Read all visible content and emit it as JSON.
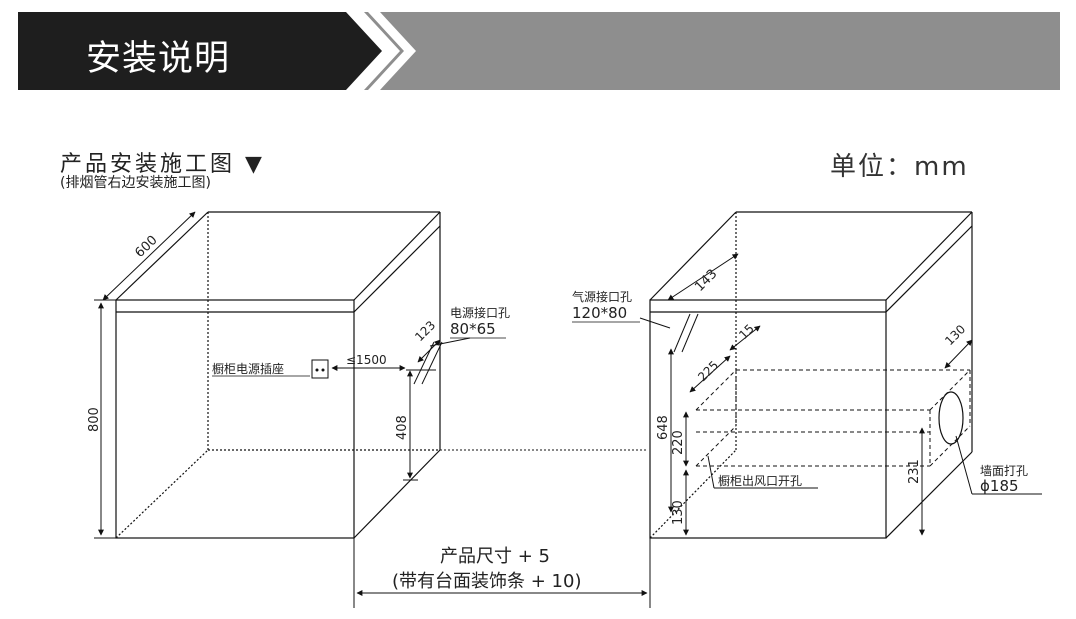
{
  "header": {
    "title": "安装说明",
    "colors": {
      "dark": "#1e1e1e",
      "gray": "#8e8e8e",
      "accent": "#ffffff"
    }
  },
  "diagram": {
    "title": "产品安装施工图 ▼",
    "subtitle": "(排烟管右边安装施工图)",
    "unit_label": "单位：mm",
    "left_cabinet": {
      "depth": "600",
      "height": "800",
      "socket_label": "橱柜电源插座",
      "socket_distance": "≤1500",
      "hole_label": "电源接口孔",
      "hole_size": "80*65",
      "hole_offset": "123",
      "hole_height": "408"
    },
    "right_cabinet": {
      "gas_label": "气源接口孔",
      "gas_size": "120*80",
      "gas_offset": "143",
      "dim_15": "15",
      "dim_225": "225",
      "dim_648": "648",
      "dim_220": "220",
      "dim_130_bottom": "130",
      "vent_label": "橱柜出风口开孔",
      "dim_130_top": "130",
      "dim_231": "231",
      "wall_label": "墙面打孔",
      "wall_size": "ϕ185"
    },
    "gap": {
      "line1": "产品尺寸 + 5",
      "line2": "(带有台面装饰条 + 10)"
    }
  }
}
